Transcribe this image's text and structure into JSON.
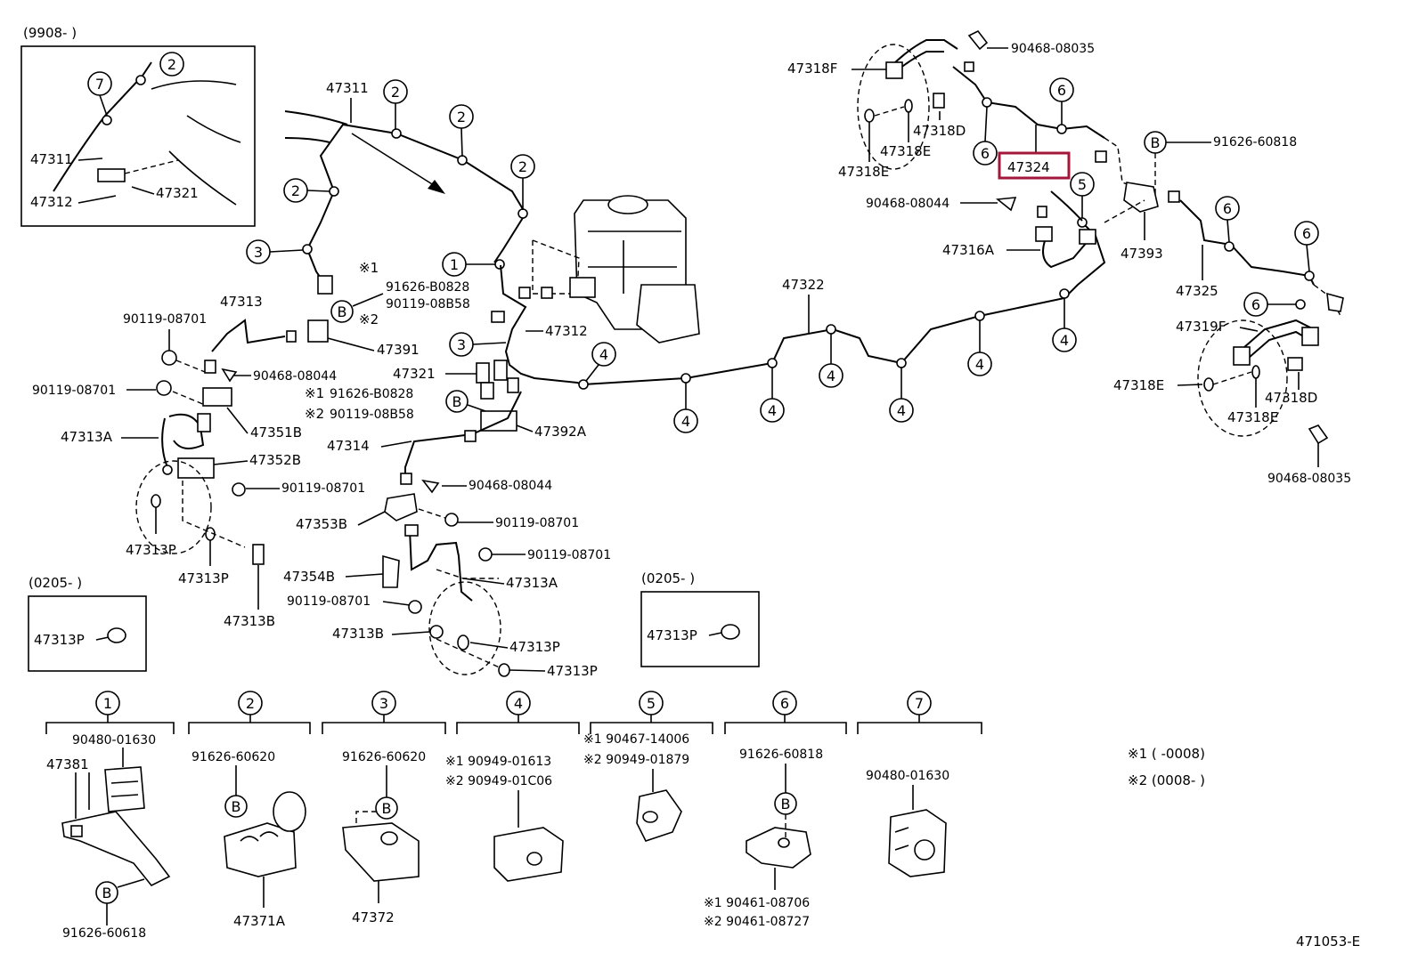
{
  "diagram_id": "471053-E",
  "highlight": {
    "label": "47324",
    "color": "#a3173a"
  },
  "insets": {
    "top_left": {
      "range": "(9908-       )",
      "labels": [
        "47311",
        "47312",
        "47321",
        "②",
        "⑦"
      ]
    },
    "mid_left": {
      "range": "(0205-       )",
      "label": "47313P"
    },
    "mid_center": {
      "range": "(0205-       )",
      "label": "47313P"
    }
  },
  "legend": {
    "note1": "※1 (        -0008)",
    "note2": "※2 (0008-        )"
  },
  "parts": [
    "47311",
    "47312",
    "47313",
    "47313A",
    "47313B",
    "47313P",
    "47314",
    "47316A",
    "47318D",
    "47318E",
    "47318F",
    "47319F",
    "47321",
    "47322",
    "47324",
    "47325",
    "47351B",
    "47352B",
    "47353B",
    "47354B",
    "47391",
    "47392A",
    "47393",
    "47381",
    "47371A",
    "47372",
    "90119-08701",
    "90468-08044",
    "90468-08035",
    "90119-08B58",
    "91626-B0828",
    "91626-60818",
    "91626-60620",
    "91626-60618",
    "90480-01630",
    "90949-01613",
    "90949-01C06",
    "90467-14006",
    "90949-01879",
    "90461-08706",
    "90461-08727"
  ],
  "clip_groups": [
    {
      "num": "①",
      "parts": [
        "90480-01630",
        "47381",
        "91626-60618"
      ]
    },
    {
      "num": "②",
      "parts": [
        "91626-60620",
        "47371A"
      ]
    },
    {
      "num": "③",
      "parts": [
        "91626-60620",
        "47372"
      ]
    },
    {
      "num": "④",
      "parts": [
        "※1 90949-01613",
        "※2 90949-01C06"
      ]
    },
    {
      "num": "⑤",
      "parts": [
        "※1 90467-14006",
        "※2 90949-01879"
      ]
    },
    {
      "num": "⑥",
      "parts": [
        "91626-60818",
        "※1 90461-08706",
        "※2 90461-08727"
      ]
    },
    {
      "num": "⑦",
      "parts": [
        "90480-01630"
      ]
    }
  ]
}
